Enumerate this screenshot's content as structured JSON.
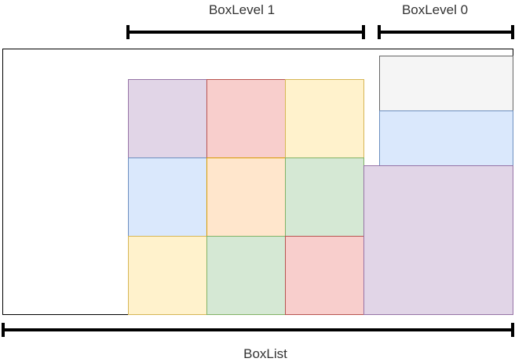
{
  "labels": {
    "level1": "BoxLevel 1",
    "level0": "BoxLevel 0",
    "list": "BoxList"
  },
  "colors": {
    "purple": {
      "fill": "#e1d5e7",
      "stroke": "#9673a6"
    },
    "red": {
      "fill": "#f8cecc",
      "stroke": "#b85450"
    },
    "yellow": {
      "fill": "#fff2cc",
      "stroke": "#d6b656"
    },
    "blue": {
      "fill": "#dae8fc",
      "stroke": "#6c8ebf"
    },
    "orange": {
      "fill": "#ffe6cc",
      "stroke": "#d79b00"
    },
    "green": {
      "fill": "#d5e8d4",
      "stroke": "#82b366"
    },
    "gray": {
      "fill": "#f5f5f5",
      "stroke": "#666666"
    }
  },
  "grid_level1": [
    [
      "purple",
      "red",
      "yellow"
    ],
    [
      "blue",
      "orange",
      "green"
    ],
    [
      "yellow",
      "green",
      "red"
    ]
  ],
  "stack_level0": [
    "gray",
    "blue",
    "purple"
  ]
}
